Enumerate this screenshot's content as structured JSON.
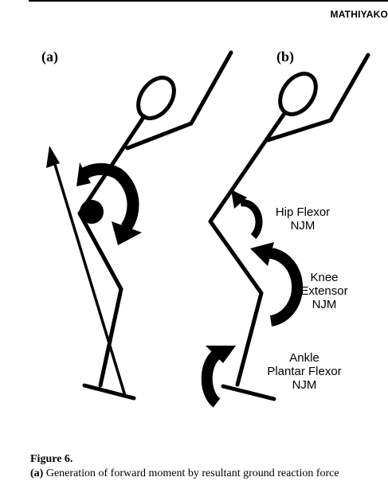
{
  "header": {
    "running_head": "MATHIYAKO"
  },
  "figure": {
    "panel_a_label": "(a)",
    "panel_b_label": "(b)",
    "labels": {
      "hip": [
        "Hip Flexor",
        "NJM"
      ],
      "knee": [
        "Knee",
        "Extensor",
        "NJM"
      ],
      "ankle": [
        "Ankle",
        "Plantar Flexor",
        "NJM"
      ]
    }
  },
  "caption": {
    "title": "Figure 6.",
    "panel_tag": "(a)",
    "text": "Generation of forward moment by resultant ground reaction force"
  }
}
